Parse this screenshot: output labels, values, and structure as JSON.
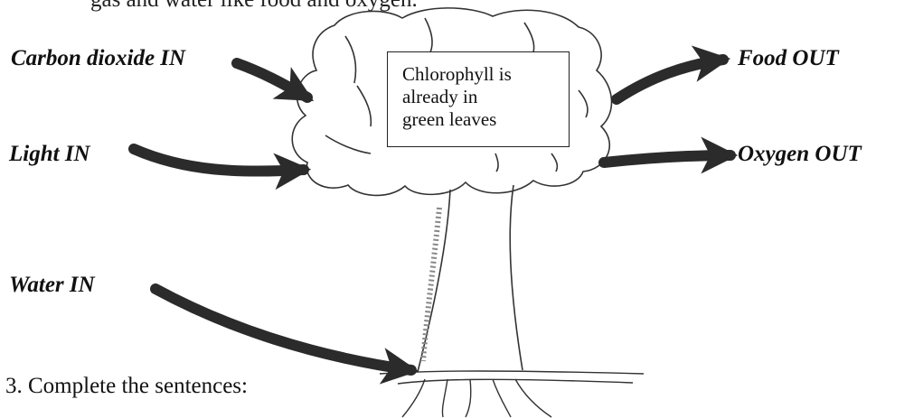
{
  "header_cut": "gas and water like food and oxygen.",
  "inputs": {
    "carbon_dioxide": "Carbon dioxide IN",
    "light": "Light IN",
    "water": "Water IN"
  },
  "outputs": {
    "food": "Food OUT",
    "oxygen": "Oxygen OUT"
  },
  "leaf_note": {
    "line1": "Chlorophyll is",
    "line2": "already in",
    "line3": "green leaves"
  },
  "question": "3. Complete the sentences:"
}
